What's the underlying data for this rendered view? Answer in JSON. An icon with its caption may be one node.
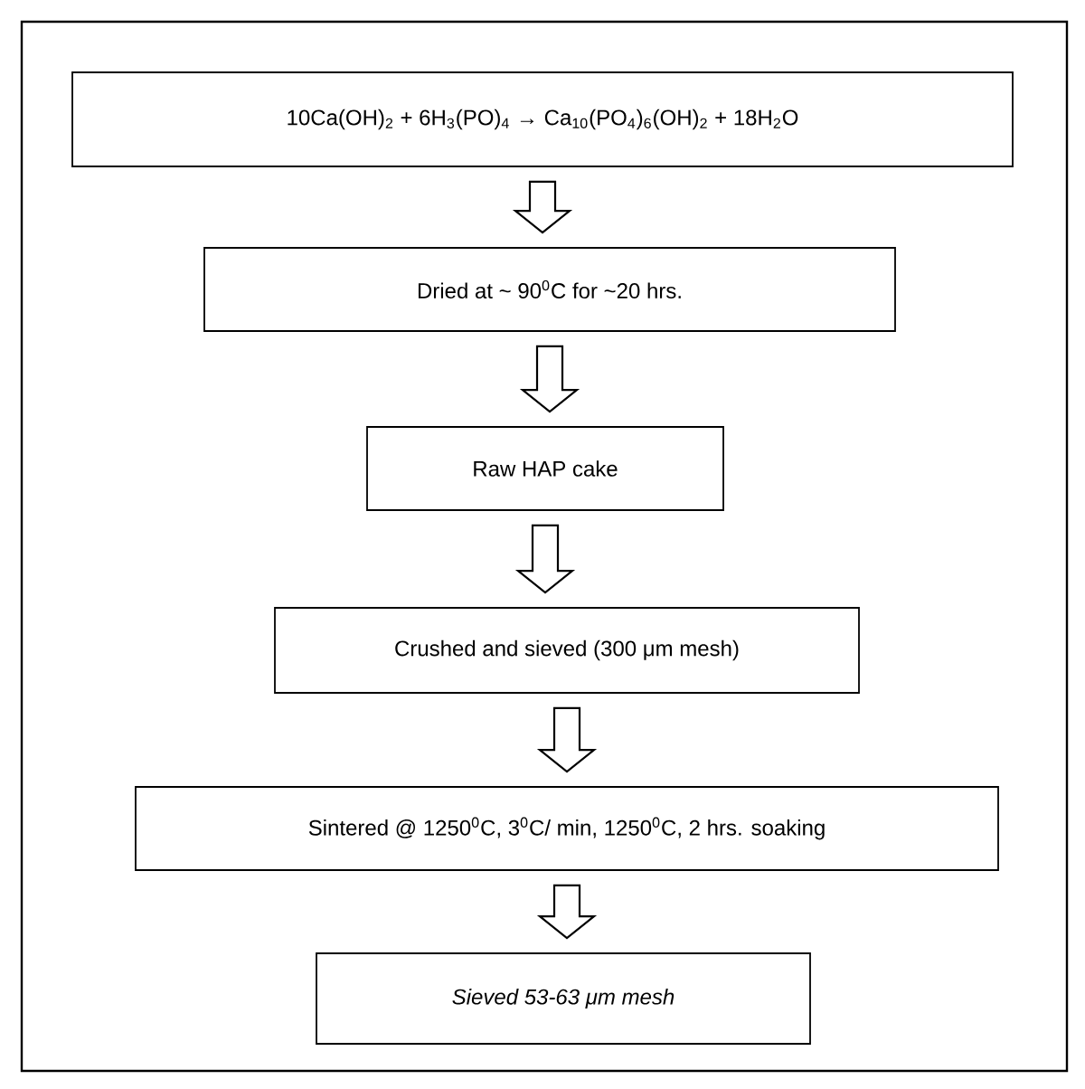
{
  "diagram": {
    "nodes": [
      {
        "text": [
          "10Ca(OH)$_{2}$ + 6H$_{3}$(PO)$_{4}$ → Ca$_{10}$(PO$_{4}$)$_{6}$(OH)$_{2}$ + 18H$_{2}$O"
        ]
      },
      {
        "text": [
          "Dried at ~ 90$^{0}$C for ~20 hrs."
        ]
      },
      {
        "text": [
          "Raw HAP cake"
        ]
      },
      {
        "text": [
          "Crushed and sieved (300 μm mesh)"
        ]
      },
      {
        "text": [
          "Sintered @ 1250$^{0}$C, 3$^{0}$C/ min, 1250$^{0}$C, 2 hrs. soaking"
        ]
      },
      {
        "text": [
          "Sieved 53-63 μm mesh"
        ]
      }
    ],
    "edges": [
      {
        "from": 0,
        "to": 1,
        "arrow": "to"
      },
      {
        "from": 1,
        "to": 2,
        "arrow": "to"
      },
      {
        "from": 2,
        "to": 3,
        "arrow": "to"
      },
      {
        "from": 3,
        "to": 4,
        "arrow": "to"
      },
      {
        "from": 4,
        "to": 5,
        "arrow": "to"
      }
    ]
  }
}
